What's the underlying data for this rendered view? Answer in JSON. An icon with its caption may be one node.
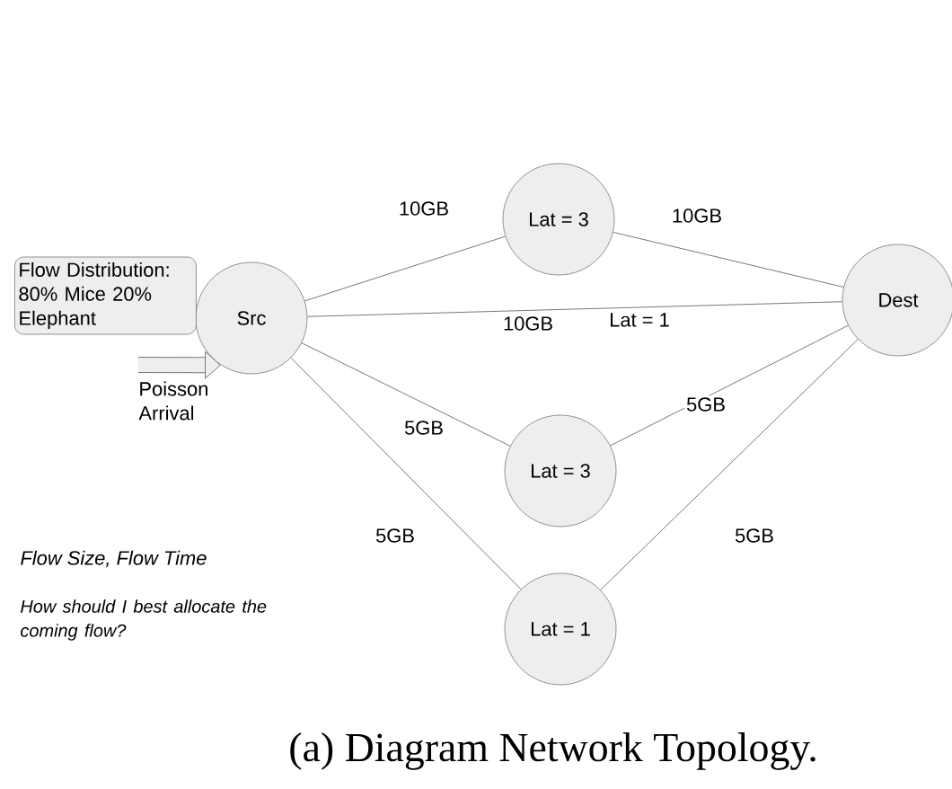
{
  "diagram": {
    "caption": "(a) Diagram Network Topology.",
    "nodes": [
      {
        "text": [
          "Src"
        ]
      },
      {
        "text": [
          "Lat = 3"
        ]
      },
      {
        "text": [
          "Dest"
        ]
      },
      {
        "text": [
          "Lat = 3"
        ]
      },
      {
        "text": [
          "Lat = 1"
        ]
      },
      {
        "text": [
          "Flow Distribution: 80% Mice 20% Elephant"
        ]
      }
    ],
    "edges": [
      {
        "from": 0,
        "to": 1,
        "arrow": "none",
        "label": "10GB"
      },
      {
        "from": 1,
        "to": 2,
        "arrow": "none",
        "label": "10GB"
      },
      {
        "from": 0,
        "to": 2,
        "arrow": "none",
        "label": "10GB"
      },
      {
        "from": 0,
        "to": 3,
        "arrow": "none",
        "label": "5GB"
      },
      {
        "from": 3,
        "to": 2,
        "arrow": "none",
        "label": "5GB"
      },
      {
        "from": 0,
        "to": 4,
        "arrow": "none",
        "label": "5GB"
      },
      {
        "from": 4,
        "to": 2,
        "arrow": "none",
        "label": "5GB"
      },
      {
        "from": null,
        "to": 0,
        "arrow": "to",
        "style": "thick"
      }
    ],
    "labels": [
      "Poisson Arrival",
      "Lat = 1",
      "Flow Size, Flow Time",
      "How should I best allocate the coming flow?"
    ]
  }
}
